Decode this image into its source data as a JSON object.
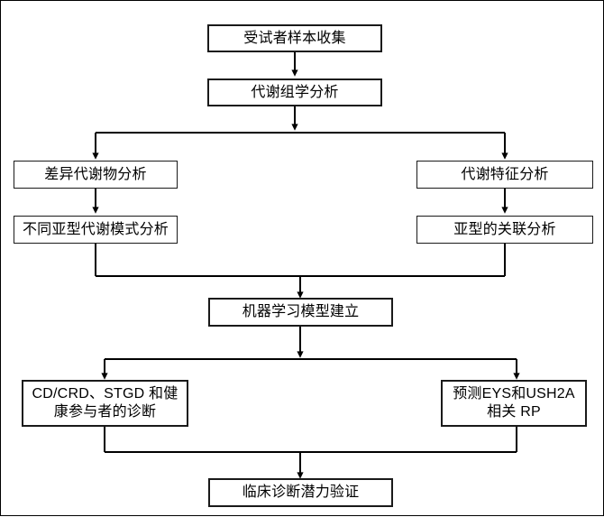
{
  "diagram": {
    "title": "Metabolomics study workflow flowchart",
    "background_color": "#ffffff",
    "line_color": "#000000",
    "box_border_color": "#1a1a1a",
    "box_fill_color": "#ffffff",
    "nodes": [
      {
        "id": "n1",
        "label": "受试者样本收集"
      },
      {
        "id": "n2",
        "label": "代谢组学分析"
      },
      {
        "id": "n3",
        "label": "差异代谢物分析"
      },
      {
        "id": "n4",
        "label": "代谢特征分析"
      },
      {
        "id": "n5",
        "label": "不同亚型代谢模式分析"
      },
      {
        "id": "n6",
        "label": "亚型的关联分析"
      },
      {
        "id": "n7",
        "label": "机器学习模型建立"
      },
      {
        "id": "n8",
        "label": "CD/CRD、STGD 和健\n康参与者的诊断"
      },
      {
        "id": "n9",
        "label": "预测EYS和USH2A\n相关 RP"
      },
      {
        "id": "n10",
        "label": "临床诊断潜力验证"
      }
    ]
  }
}
